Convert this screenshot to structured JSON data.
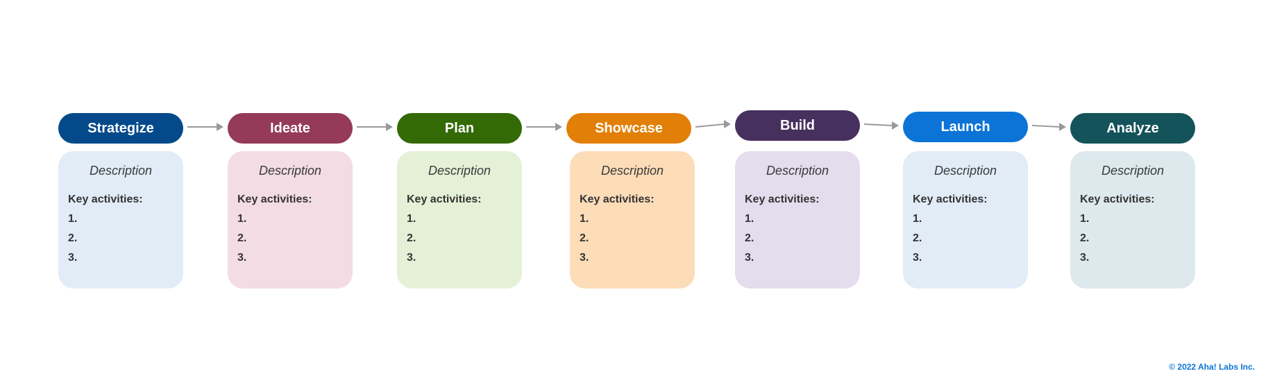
{
  "stages": [
    {
      "title": "Strategize",
      "pill_color": "#044a8b",
      "card_color": "#e1ecf7",
      "description": "Description",
      "key_activities_label": "Key activities:",
      "items": [
        "1.",
        "2.",
        "3."
      ]
    },
    {
      "title": "Ideate",
      "pill_color": "#953a58",
      "card_color": "#f3dce4",
      "description": "Description",
      "key_activities_label": "Key activities:",
      "items": [
        "1.",
        "2.",
        "3."
      ]
    },
    {
      "title": "Plan",
      "pill_color": "#336a05",
      "card_color": "#e4f1d7",
      "description": "Description",
      "key_activities_label": "Key activities:",
      "items": [
        "1.",
        "2.",
        "3."
      ]
    },
    {
      "title": "Showcase",
      "pill_color": "#e27f06",
      "card_color": "#fddcb8",
      "description": "Description",
      "key_activities_label": "Key activities:",
      "items": [
        "1.",
        "2.",
        "3."
      ]
    },
    {
      "title": "Build",
      "pill_color": "#46305e",
      "card_color": "#e4ddee",
      "description": "Description",
      "key_activities_label": "Key activities:",
      "items": [
        "1.",
        "2.",
        "3."
      ]
    },
    {
      "title": "Launch",
      "pill_color": "#0b74d6",
      "card_color": "#e1ecf7",
      "description": "Description",
      "key_activities_label": "Key activities:",
      "items": [
        "1.",
        "2.",
        "3."
      ]
    },
    {
      "title": "Analyze",
      "pill_color": "#14535a",
      "card_color": "#dde9ed",
      "description": "Description",
      "key_activities_label": "Key activities:",
      "items": [
        "1.",
        "2.",
        "3."
      ]
    }
  ],
  "arrow_color": "#9a9a9a",
  "copyright": {
    "text": "© 2022 Aha! Labs Inc.",
    "color": "#0b74d6"
  }
}
